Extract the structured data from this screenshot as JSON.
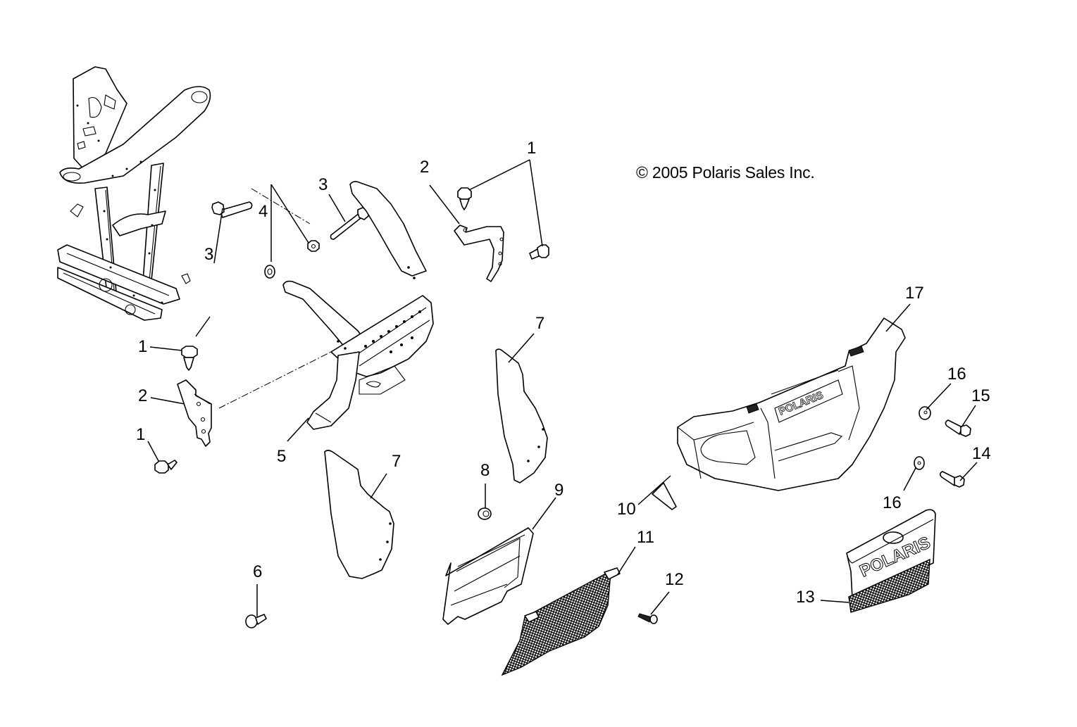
{
  "diagram": {
    "title": "Front Bumper / Brushguard Assembly Exploded View",
    "copyright": "© 2005 Polaris Sales Inc.",
    "callouts": [
      {
        "id": "c1a",
        "label": "1",
        "part": "bolt-top-right"
      },
      {
        "id": "c1b",
        "label": "1",
        "part": "bolt-left-upper"
      },
      {
        "id": "c1c",
        "label": "1",
        "part": "bolt-left-lower"
      },
      {
        "id": "c2a",
        "label": "2",
        "part": "bracket-right"
      },
      {
        "id": "c2b",
        "label": "2",
        "part": "bracket-left"
      },
      {
        "id": "c3a",
        "label": "3",
        "part": "bolt-long-upper"
      },
      {
        "id": "c3b",
        "label": "3",
        "part": "bolt-long-lower"
      },
      {
        "id": "c4",
        "label": "4",
        "part": "nut-and-washer"
      },
      {
        "id": "c5",
        "label": "5",
        "part": "bumper-frame"
      },
      {
        "id": "c6",
        "label": "6",
        "part": "push-rivet"
      },
      {
        "id": "c7a",
        "label": "7",
        "part": "side-panel-right"
      },
      {
        "id": "c7b",
        "label": "7",
        "part": "side-panel-left"
      },
      {
        "id": "c8",
        "label": "8",
        "part": "grommet-nut"
      },
      {
        "id": "c9",
        "label": "9",
        "part": "grille-frame"
      },
      {
        "id": "c10",
        "label": "10",
        "part": "decal"
      },
      {
        "id": "c11",
        "label": "11",
        "part": "mesh-screen"
      },
      {
        "id": "c12",
        "label": "12",
        "part": "screw"
      },
      {
        "id": "c13",
        "label": "13",
        "part": "grille-insert-polaris"
      },
      {
        "id": "c14",
        "label": "14",
        "part": "bolt-lower"
      },
      {
        "id": "c15",
        "label": "15",
        "part": "bolt-upper"
      },
      {
        "id": "c16a",
        "label": "16",
        "part": "washer-upper"
      },
      {
        "id": "c16b",
        "label": "16",
        "part": "washer-lower"
      },
      {
        "id": "c17",
        "label": "17",
        "part": "front-bumper-cover"
      }
    ],
    "brand_text": "POLARIS"
  }
}
